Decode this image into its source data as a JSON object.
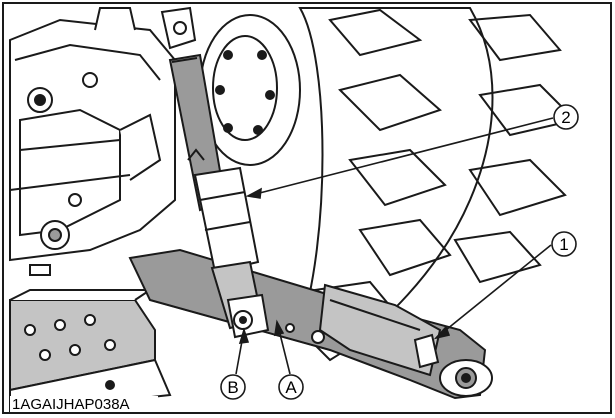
{
  "figure": {
    "code": "1AGAIJHAP038A",
    "callouts": {
      "one": "1",
      "two": "2",
      "a": "A",
      "b": "B"
    }
  },
  "colors": {
    "line": "#1a1a1a",
    "shade": "#9a9a9a",
    "shade_light": "#c4c4c4",
    "paper": "#ffffff"
  }
}
